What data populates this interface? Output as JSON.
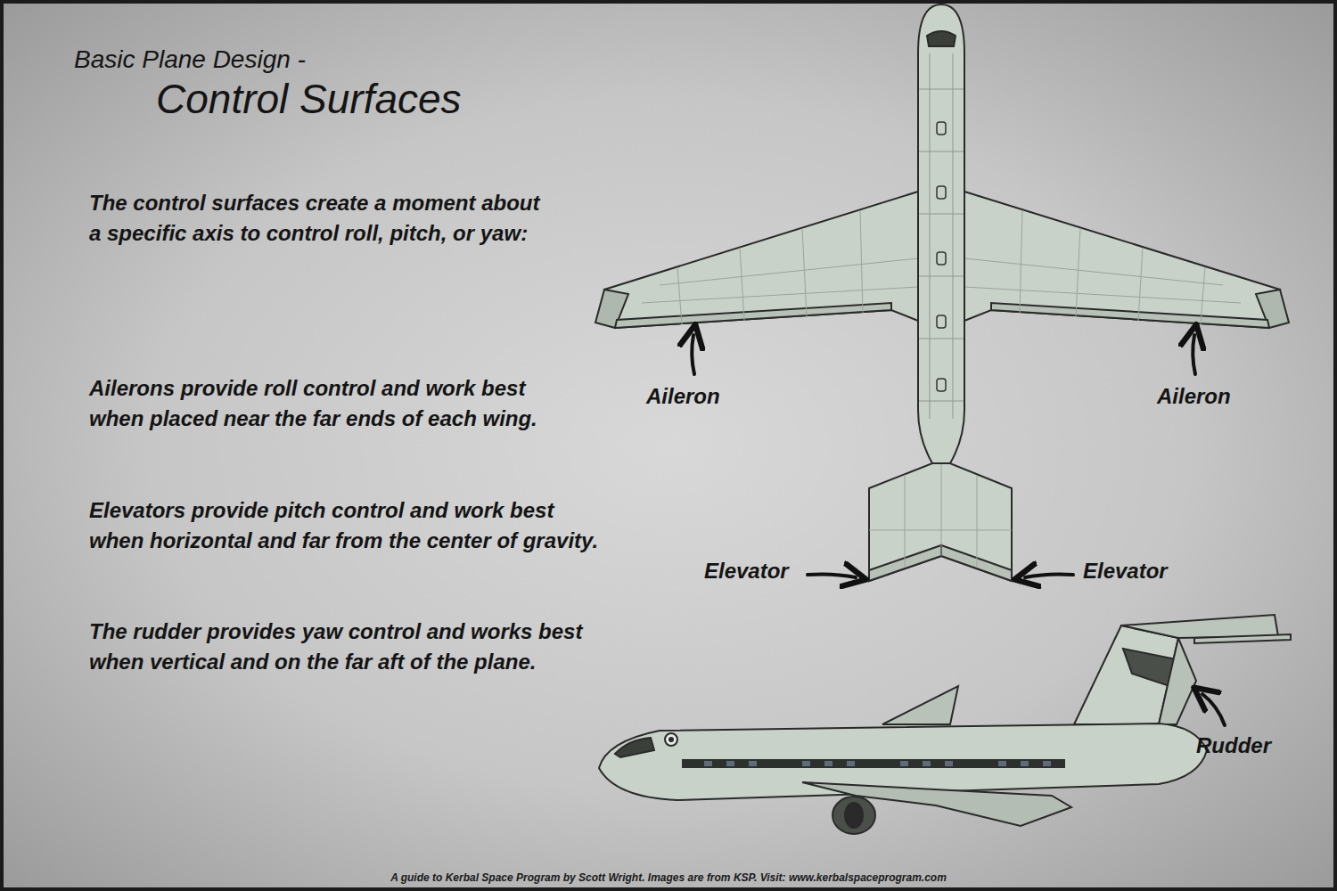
{
  "diagram": {
    "title": "Control Surfaces",
    "caption": "A guide to Kerbal Space Program by Scott Wright. Images are from KSP. Visit: www.kerbalspaceprogram.com",
    "labels": [
      "Basic Plane Design -",
      "The control surfaces create a moment about a specific axis to control roll, pitch, or yaw:",
      "Ailerons provide roll control and work best when placed near the far ends of each wing.",
      "Elevators provide pitch control and work best when horizontal and far from the center of gravity.",
      "The rudder provides yaw control and works best when vertical and on the far aft of the plane.",
      "Aileron",
      "Aileron",
      "Elevator",
      "Elevator",
      "Rudder"
    ]
  }
}
